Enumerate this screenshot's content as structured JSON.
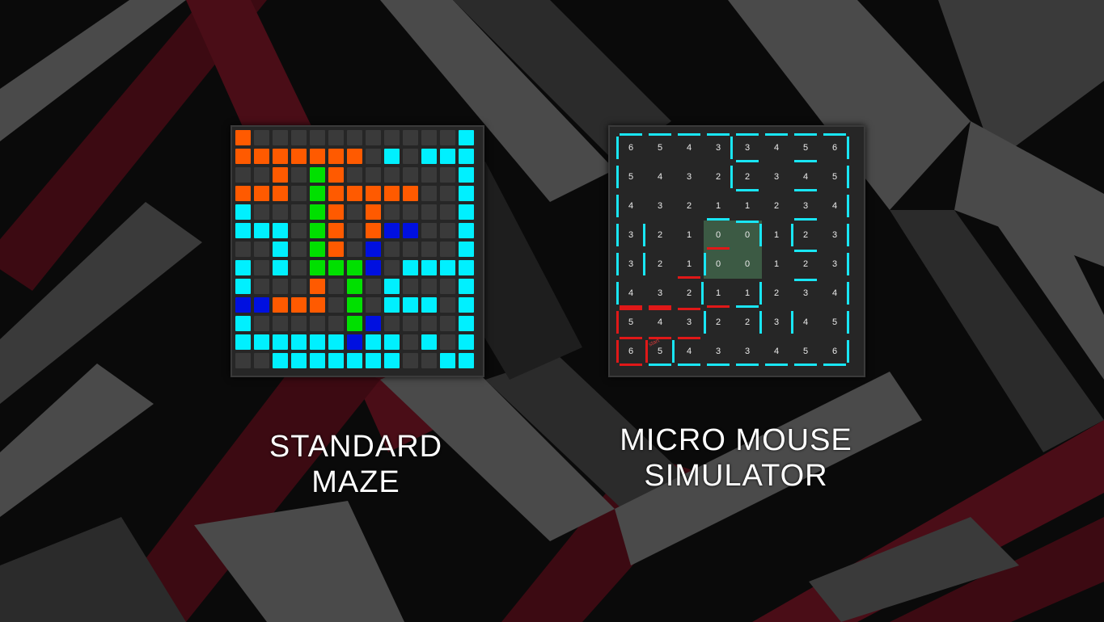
{
  "colors": {
    "background": "#0a0a0a",
    "stripe_gray": "#4a4a4a",
    "stripe_dark": "#2b2b2b",
    "stripe_red": "#3c0a12",
    "empty": "#3a3a3a",
    "orange": "#ff5a00",
    "green": "#00e000",
    "cyan": "#00f0ff",
    "blue": "#0010e0",
    "wall_cyan": "#19e6f5",
    "wall_red": "#e01818",
    "goal": "#3c5a44"
  },
  "standard_maze": {
    "label_line1": "STANDARD",
    "label_line2": "MAZE",
    "grid": [
      "O...........C",
      "OOOOOOO.C.CCC",
      "..O.GO......C",
      "OOO.GOOOOO..C",
      "C...GO.O....C",
      "CCC.GO.OBB..C",
      "..C.GO.B....C",
      "C.C.GGGB.CCCC",
      "C...O.G.C...C",
      "BBOOO.G.CCC.C",
      "C.....GB....C",
      "CCCCCCBCC.C.C",
      "..CCCCCCC..CC"
    ]
  },
  "simulator": {
    "label_line1": "MICRO MOUSE",
    "label_line2": "SIMULATOR",
    "start_marker": "start",
    "values": [
      [
        6,
        5,
        4,
        3,
        3,
        4,
        5,
        6
      ],
      [
        5,
        4,
        3,
        2,
        2,
        3,
        4,
        5
      ],
      [
        4,
        3,
        2,
        1,
        1,
        2,
        3,
        4
      ],
      [
        3,
        2,
        1,
        0,
        0,
        1,
        2,
        3
      ],
      [
        3,
        2,
        1,
        0,
        0,
        1,
        2,
        3
      ],
      [
        4,
        3,
        2,
        1,
        1,
        2,
        3,
        4
      ],
      [
        5,
        4,
        3,
        2,
        2,
        3,
        4,
        5
      ],
      [
        6,
        5,
        4,
        3,
        3,
        4,
        5,
        6
      ]
    ]
  }
}
